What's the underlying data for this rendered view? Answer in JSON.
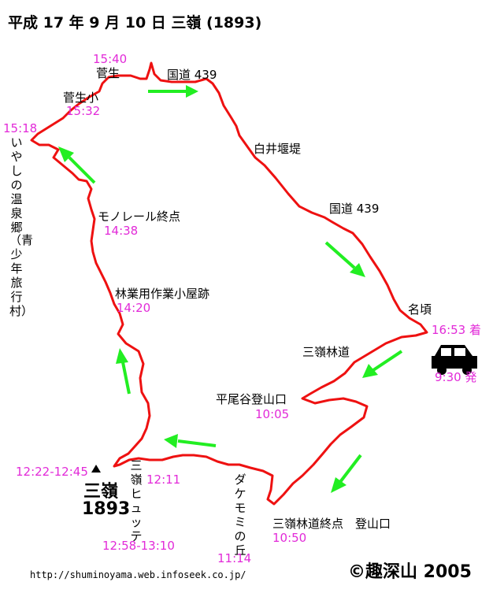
{
  "title": "平成 17 年 9 月 10 日  三嶺 (1893)",
  "summit": {
    "name": "三嶺",
    "altitude": "1893",
    "time": "12:22-12:45"
  },
  "places": {
    "sugao": "菅生",
    "sugao_time": "15:40",
    "sugao_sho": "菅生小",
    "sugao_sho_time": "15:32",
    "route439_top": "国道 439",
    "shirai": "白井堰堤",
    "route439_mid": "国道 439",
    "nabeta": "名頃",
    "car_arrive": "16:53 着",
    "car_depart": "9:30 発",
    "rindo": "三嶺林道",
    "hirao": "平尾谷登山口",
    "hirao_time": "10:05",
    "rindo_end": "三嶺林道終点　登山口",
    "rindo_end_time": "10:50",
    "dake": "ダケモミの丘",
    "dake_time": "11:14",
    "hutte": "三嶺ヒュッテ",
    "hutte_time1": "12:11",
    "hutte_time2": "12:58-13:10",
    "koya": "林業用作業小屋跡",
    "koya_time": "14:20",
    "monorail": "モノレール終点",
    "monorail_time": "14:38",
    "onsen": "いやしの温泉郷",
    "onsen_paren": "（青少年旅行村）",
    "onsen_time": "15:18"
  },
  "footer": {
    "url": "http://shuminoyama.web.infoseek.co.jp/",
    "copyright": "©趣深山 2005"
  },
  "colors": {
    "route": "#ee1111",
    "arrow": "#22ee22",
    "time": "#e22ad8"
  },
  "icons": {
    "car": "car-icon",
    "summit": "triangle-icon"
  }
}
